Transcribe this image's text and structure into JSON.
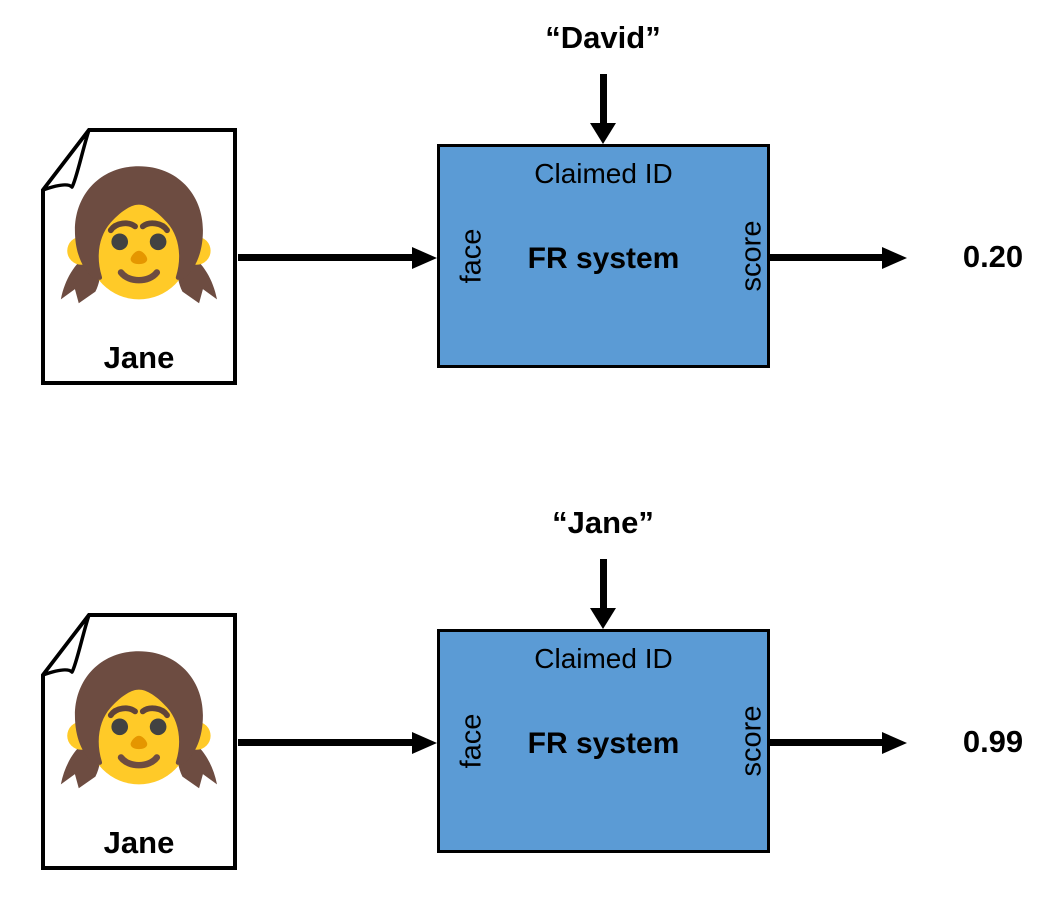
{
  "colors": {
    "ink": "#000000",
    "page_fill": "#FFFFFF",
    "box_fill": "#5B9BD5",
    "hair": "#6D4C41",
    "brow": "#5F4339",
    "skin": "#FFCA28",
    "eye": "#424242",
    "nose": "#E59600",
    "mouth": "#6D4C41"
  },
  "scenarios": [
    {
      "name": "impostor-claim",
      "claimed_id": "“David”",
      "document": {
        "name": "Jane",
        "icon": "girl-emoji"
      },
      "system": {
        "header": "Claimed ID",
        "title": "FR system",
        "input_label": "face",
        "output_label": "score"
      },
      "score": "0.20"
    },
    {
      "name": "genuine-claim",
      "claimed_id": "“Jane”",
      "document": {
        "name": "Jane",
        "icon": "girl-emoji"
      },
      "system": {
        "header": "Claimed ID",
        "title": "FR system",
        "input_label": "face",
        "output_label": "score"
      },
      "score": "0.99"
    }
  ]
}
